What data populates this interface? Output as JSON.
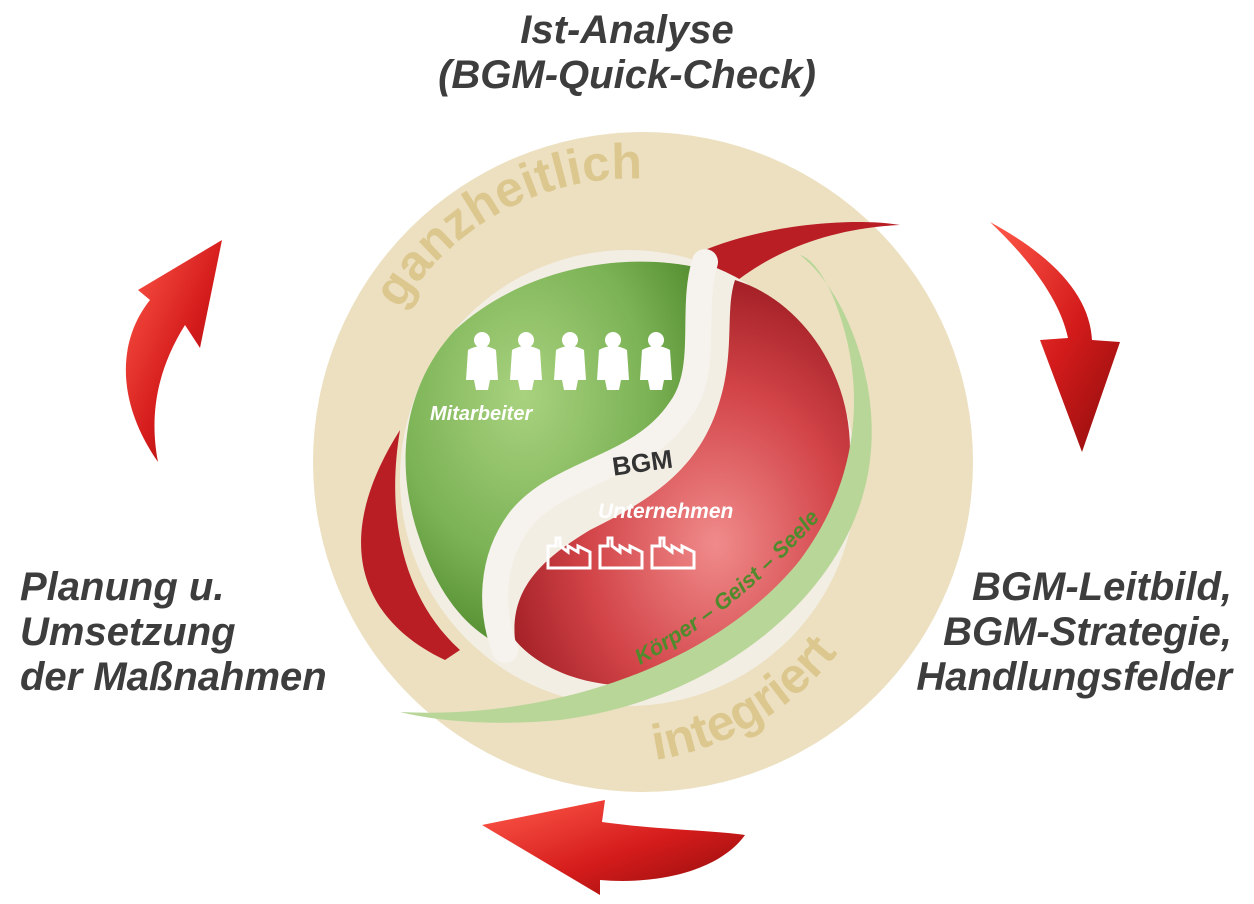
{
  "labels": {
    "top": [
      "Ist-Analyse",
      "(BGM-Quick-Check)"
    ],
    "right": [
      "BGM-Leitbild,",
      "BGM-Strategie,",
      "Handlungsfelder"
    ],
    "left": [
      "Planung u.",
      "Umsetzung",
      "der Maßnahmen"
    ]
  },
  "ring": {
    "upper": "ganzheitlich",
    "lower": "integriert"
  },
  "center": {
    "core": "BGM",
    "employees": "Mitarbeiter",
    "company": "Unternehmen",
    "band": "Körper – Geist – Seele"
  },
  "colors": {
    "ring": "#ece0c0",
    "ring_text": "#dcc78e",
    "green": "#7cb356",
    "red": "#c22c32",
    "band": "#b9d699",
    "band_text": "#4f8a2c",
    "arrow": "#d41b1b",
    "label_text": "#3d3d3d"
  },
  "icons": {
    "employee": "person-icon",
    "company": "factory-icon"
  }
}
